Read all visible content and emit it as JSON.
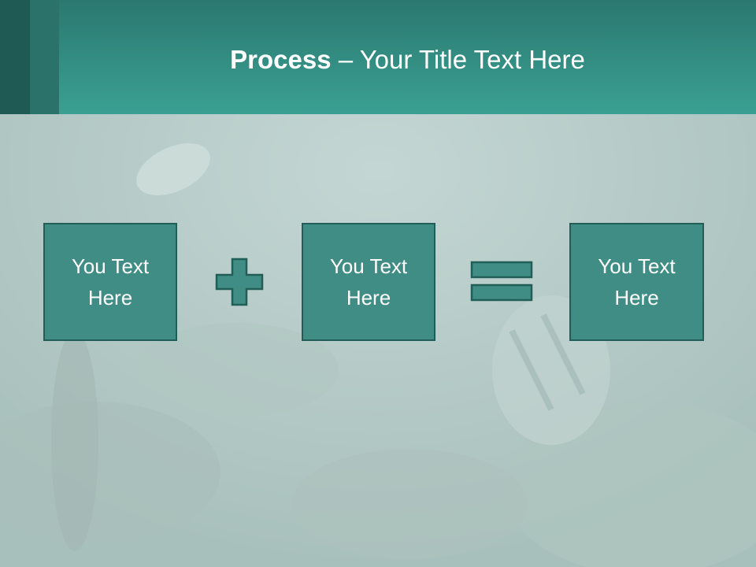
{
  "slide": {
    "title_bold": "Process",
    "title_rest": " – Your Title Text Here"
  },
  "boxes": [
    {
      "text": "You Text Here"
    },
    {
      "text": "You Text Here"
    },
    {
      "text": "You Text Here"
    }
  ],
  "operators": {
    "first": "plus-icon",
    "second": "equals-icon"
  },
  "colors": {
    "header": "#3aa092",
    "box_fill": "#3f8d84",
    "box_border": "#225e58",
    "background": "#b7cbc8"
  }
}
